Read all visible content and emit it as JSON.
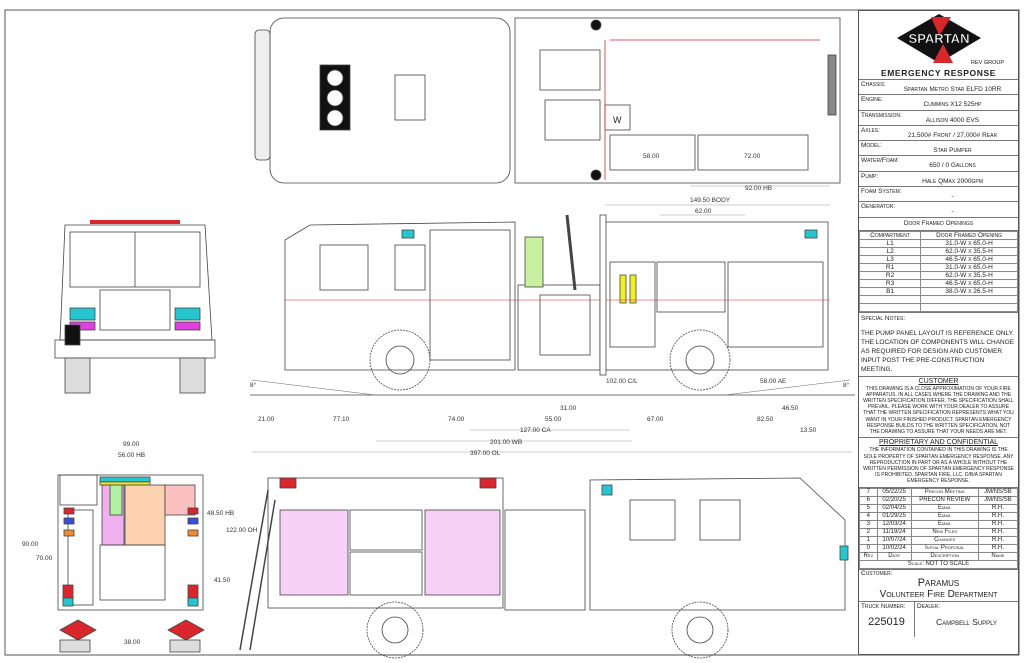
{
  "title_block": {
    "logo_text": "SPARTAN",
    "logo_sub": "REV GROUP",
    "division": "EMERGENCY RESPONSE",
    "specs": [
      {
        "label": "Chassis:",
        "value": "Spartan Metro Star ELFD 10RR"
      },
      {
        "label": "Engine:",
        "value": "Cummins X12 525hp"
      },
      {
        "label": "Transmission:",
        "value": "Allison 4000 EVS"
      },
      {
        "label": "Axles:",
        "value": "21,500# Front / 27,000# Rear"
      },
      {
        "label": "Model:",
        "value": "Star Pumper"
      },
      {
        "label": "Water/Foam:",
        "value": "650 / 0 Gallons"
      },
      {
        "label": "Pump:",
        "value": "Hale QMax 2000gpm"
      },
      {
        "label": "Foam System:",
        "value": "-"
      },
      {
        "label": "Generator:",
        "value": "-"
      }
    ],
    "openings_title": "Door Framed Openings",
    "openings_headers": [
      "Compartment",
      "Door Framed Opening"
    ],
    "openings": [
      {
        "comp": "L1",
        "size": "31.0-W x 65.0-H"
      },
      {
        "comp": "L2",
        "size": "62.0-W x 35.5-H"
      },
      {
        "comp": "L3",
        "size": "46.5-W x 65.0-H"
      },
      {
        "comp": "R1",
        "size": "31.0-W x 65.0-H"
      },
      {
        "comp": "R2",
        "size": "62.0-W x 35.5-H"
      },
      {
        "comp": "R3",
        "size": "46.5-W x 65.0-H"
      },
      {
        "comp": "B1",
        "size": "38.0-W x 26.5-H"
      }
    ],
    "special_notes_label": "Special Notes:",
    "special_notes": "The pump panel layout is reference only. The location of components will change as required for design and customer input post the pre-construction meeting.",
    "customer_heading": "CUSTOMER",
    "customer_text": "This drawing is a close approximation of your fire apparatus. In all cases where the drawing and the written specification differ, the specification shall prevail. Please work with your dealer to assure that the written specification represents what you want in your finished product. Spartan Emergency Response builds to the written specification, not the drawing to assure that your needs are met.",
    "proprietary_heading": "PROPRIETARY AND CONFIDENTIAL",
    "proprietary_text": "The information contained in this drawing is the sole property of Spartan Emergency Response. Any reproduction in part or as a whole without the written permission of Spartan Emergency Response is prohibited. Spartan Fire, LLC. D/B/A Spartan Emergency Response.",
    "revisions": [
      {
        "rev": "7",
        "date": "05/22/25",
        "desc": "Precon Meeting",
        "name": "JM/NS/SB"
      },
      {
        "rev": "6",
        "date": "02/20/25",
        "desc": "PRECON REVIEW",
        "name": "JM/NS/SB"
      },
      {
        "rev": "5",
        "date": "02/04/25",
        "desc": "Email",
        "name": "R.H."
      },
      {
        "rev": "4",
        "date": "01/29/25",
        "desc": "Email",
        "name": "R.H."
      },
      {
        "rev": "3",
        "date": "12/03/24",
        "desc": "Email",
        "name": "R.H."
      },
      {
        "rev": "2",
        "date": "11/19/24",
        "desc": "New Files",
        "name": "R.H."
      },
      {
        "rev": "1",
        "date": "10/07/24",
        "desc": "Changes",
        "name": "R.H."
      },
      {
        "rev": "0",
        "date": "10/02/24",
        "desc": "Initial Proposal",
        "name": "R.H."
      }
    ],
    "rev_headers": [
      "Rev",
      "Date",
      "Description",
      "Name"
    ],
    "scale": "Scale: NOT TO SCALE",
    "customer_label": "Customer:",
    "customer_line1": "Paramus",
    "customer_line2": "Volunteer Fire Department",
    "truck_number_label": "Truck Number:",
    "truck_number": "225019",
    "dealer_label": "Dealer:",
    "dealer": "Campbell Supply"
  },
  "drawing": {
    "top_view": {
      "d1": "58.00",
      "d2": "72.00",
      "d3": "92.00 HB",
      "w": "W"
    },
    "side_view": {
      "body": "149.50 BODY",
      "d62": "62.00",
      "angle_front": "8°",
      "angle_rear": "8°",
      "cl": "102.00 C/L",
      "ae": "58.00 AE",
      "d21": "21.00",
      "d77": "77.10",
      "d74": "74.00",
      "d55": "55.00",
      "d31": "31.00",
      "d67": "67.00",
      "d82": "82.50",
      "d46": "46.50",
      "d13": "13.50",
      "ca": "127.00 CA",
      "wb": "201.00 WB",
      "ol": "397.00 OL"
    },
    "rear_view": {
      "w99": "99.00",
      "hb56": "56.00 HB",
      "h90": "90.00",
      "h70": "70.00",
      "hb48": "48.50 HB",
      "d41": "41.50",
      "d38": "38.00",
      "oh122": "122.00 OH"
    }
  },
  "colors": {
    "red": "#d8262c",
    "cyan": "#27c5d0",
    "magenta": "#e040e0",
    "yellow": "#f3f020"
  }
}
